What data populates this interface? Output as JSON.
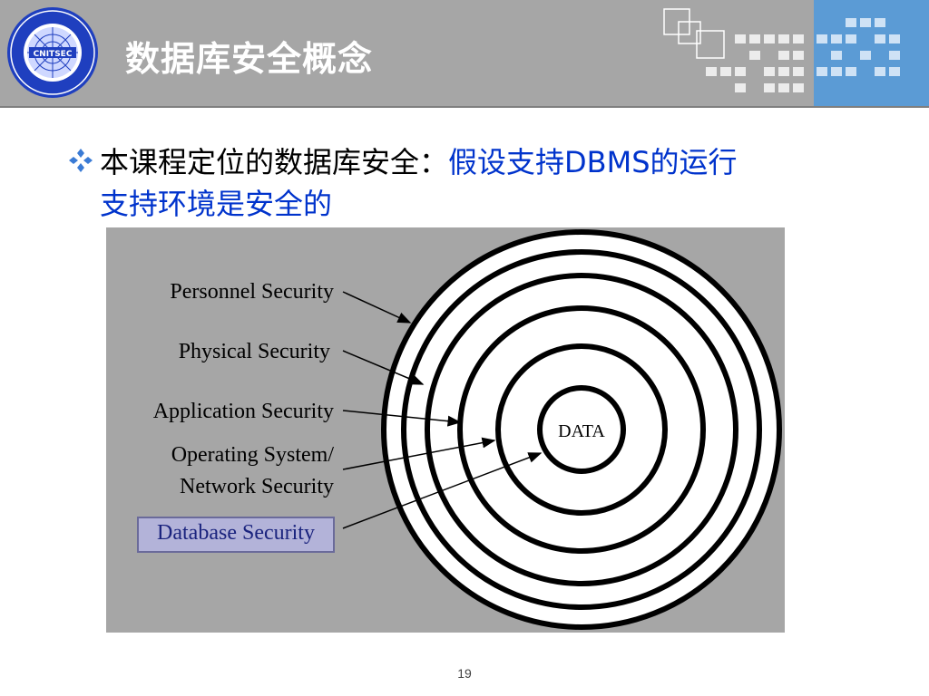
{
  "header": {
    "title": "数据库安全概念",
    "logo_text": "CNITSEC"
  },
  "bullet": {
    "black_text": "本课程定位的数据库安全：",
    "blue_text_line1": "假设支持DBMS的运行",
    "blue_text_line2": "支持环境是安全的"
  },
  "diagram": {
    "labels": {
      "personnel": "Personnel Security",
      "physical": "Physical Security",
      "application": "Application Security",
      "os_line1": "Operating System/",
      "os_line2": "Network Security",
      "database": "Database Security"
    },
    "center": "DATA"
  },
  "footer": {
    "page_number": "19"
  },
  "colors": {
    "header_gray": "#a6a6a6",
    "header_blue": "#5b9bd5",
    "blue_text": "#0033cc",
    "diagram_bg": "#a6a6a6"
  }
}
